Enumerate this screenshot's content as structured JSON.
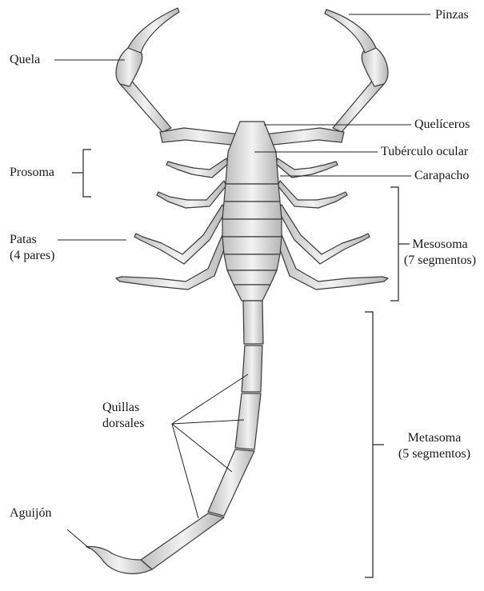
{
  "labels": {
    "pinzas": "Pinzas",
    "quela": "Quela",
    "queliceros": "Quelíceros",
    "tuberculo_ocular": "Tubérculo ocular",
    "prosoma": "Prosoma",
    "carapacho": "Carapacho",
    "patas_line1": "Patas",
    "patas_line2": "(4 pares)",
    "mesosoma_line1": "Mesosoma",
    "mesosoma_line2": "(7 segmentos)",
    "quillas_line1": "Quillas",
    "quillas_line2": "dorsales",
    "metasoma_line1": "Metasoma",
    "metasoma_line2": "(5 segmentos)",
    "aguijon": "Aguijón"
  },
  "colors": {
    "body_fill": "#dcdcdc",
    "body_stroke": "#3a3a3a",
    "leader_line": "#222222"
  }
}
